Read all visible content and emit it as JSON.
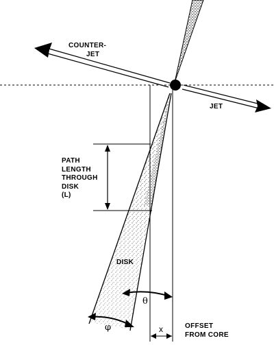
{
  "labels": {
    "counterjet_line1": "COUNTER-",
    "counterjet_line2": "JET",
    "jet": "JET",
    "path_line1": "PATH",
    "path_line2": "LENGTH",
    "path_line3": "THROUGH",
    "path_line4": "DISK",
    "path_line5": "(L)",
    "disk": "DISK",
    "theta": "θ",
    "phi": "φ",
    "x": "x",
    "offset_line1": "OFFSET",
    "offset_line2": "FROM CORE"
  }
}
